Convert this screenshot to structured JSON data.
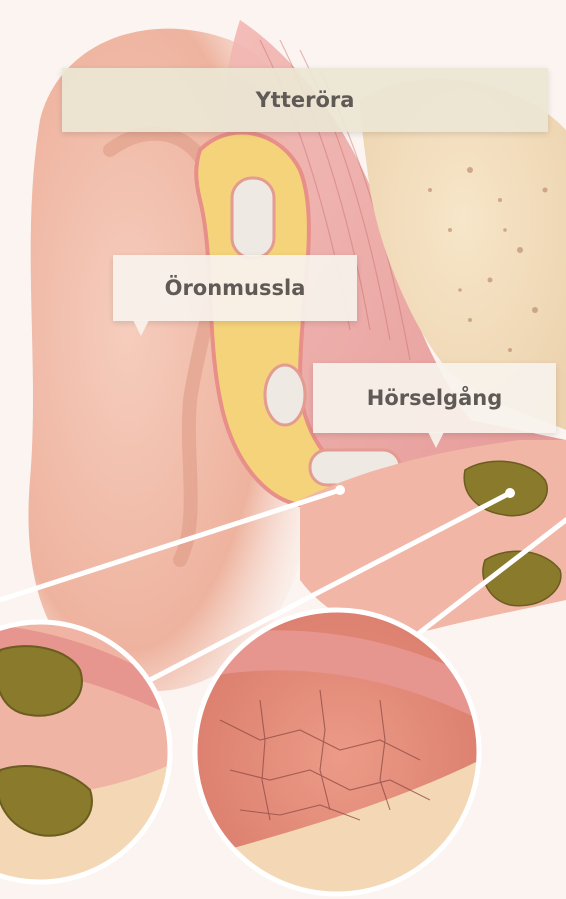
{
  "labels": {
    "outer_ear": "Ytteröra",
    "pinna": "Öronmussla",
    "ear_canal": "Hörselgång"
  },
  "colors": {
    "skin": "#f2c1ad",
    "skin_dark": "#e6a691",
    "muscle": "#e9a0a0",
    "cartilage": "#f5d37a",
    "bone": "#f0d9b8",
    "earwax": "#8a7a2c",
    "dry_skin": "#e08c7c"
  }
}
